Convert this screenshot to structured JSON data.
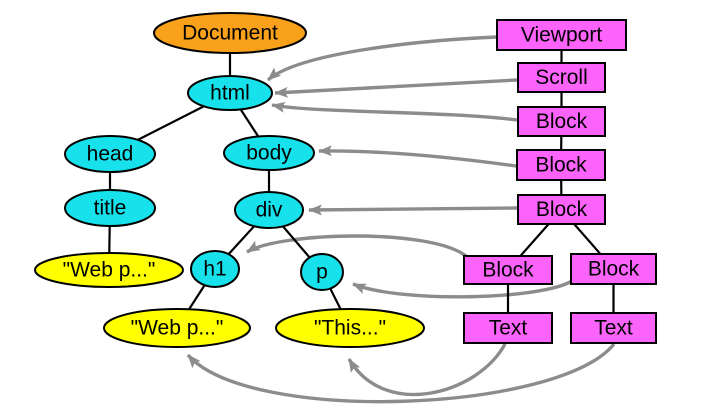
{
  "diagram": {
    "kind": "dom-tree-and-render-tree-mapping",
    "background": "#ffffff",
    "colors": {
      "document_node": "#f9a11b",
      "element_node": "#17e2ec",
      "text_node": "#ffff00",
      "render_node": "#fb63fb",
      "node_border": "#000000",
      "tree_edge": "#000000",
      "mapping_arrow": "#8c8c8c"
    },
    "dom_tree": {
      "nodes": [
        {
          "id": "document",
          "label": "Document",
          "kind": "document"
        },
        {
          "id": "html",
          "label": "html",
          "kind": "element"
        },
        {
          "id": "head",
          "label": "head",
          "kind": "element"
        },
        {
          "id": "body",
          "label": "body",
          "kind": "element"
        },
        {
          "id": "title",
          "label": "title",
          "kind": "element"
        },
        {
          "id": "div",
          "label": "div",
          "kind": "element"
        },
        {
          "id": "text-title",
          "label": "\"Web p...\"",
          "kind": "text"
        },
        {
          "id": "h1",
          "label": "h1",
          "kind": "element"
        },
        {
          "id": "p",
          "label": "p",
          "kind": "element"
        },
        {
          "id": "text-h1",
          "label": "\"Web p...\"",
          "kind": "text"
        },
        {
          "id": "text-p",
          "label": "\"This...\"",
          "kind": "text"
        }
      ],
      "edges": [
        [
          "document",
          "html"
        ],
        [
          "html",
          "head"
        ],
        [
          "html",
          "body"
        ],
        [
          "head",
          "title"
        ],
        [
          "body",
          "div"
        ],
        [
          "title",
          "text-title"
        ],
        [
          "div",
          "h1"
        ],
        [
          "div",
          "p"
        ],
        [
          "h1",
          "text-h1"
        ],
        [
          "p",
          "text-p"
        ]
      ]
    },
    "render_tree": {
      "nodes": [
        {
          "id": "viewport",
          "label": "Viewport"
        },
        {
          "id": "scroll",
          "label": "Scroll"
        },
        {
          "id": "block1",
          "label": "Block"
        },
        {
          "id": "block2",
          "label": "Block"
        },
        {
          "id": "block3",
          "label": "Block"
        },
        {
          "id": "block4",
          "label": "Block"
        },
        {
          "id": "block5",
          "label": "Block"
        },
        {
          "id": "text1",
          "label": "Text"
        },
        {
          "id": "text2",
          "label": "Text"
        }
      ],
      "edges": [
        [
          "viewport",
          "scroll"
        ],
        [
          "scroll",
          "block1"
        ],
        [
          "block1",
          "block2"
        ],
        [
          "block2",
          "block3"
        ],
        [
          "block3",
          "block4"
        ],
        [
          "block3",
          "block5"
        ],
        [
          "block4",
          "text1"
        ],
        [
          "block5",
          "text2"
        ]
      ]
    },
    "mappings": [
      [
        "viewport",
        "html"
      ],
      [
        "scroll",
        "html"
      ],
      [
        "block1",
        "html"
      ],
      [
        "block2",
        "body"
      ],
      [
        "block3",
        "div"
      ],
      [
        "block4",
        "h1"
      ],
      [
        "block5",
        "p"
      ],
      [
        "text1",
        "text-p"
      ],
      [
        "text2",
        "text-h1"
      ]
    ]
  }
}
